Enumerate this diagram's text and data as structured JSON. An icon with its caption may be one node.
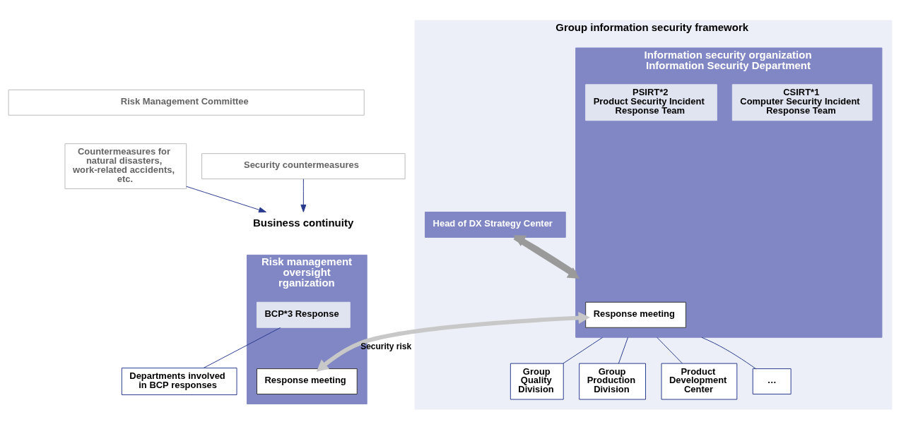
{
  "diagram": {
    "nodes": [
      {
        "text": [
          "Risk Management Committee"
        ]
      },
      {
        "text": [
          "Security countermeasures"
        ]
      },
      {
        "text": [
          "Countermeasures for natural disasters, work-related accidents, etc."
        ]
      },
      {
        "text": [
          "Group information security framework"
        ]
      },
      {
        "text": [
          "Head of DX Strategy Center"
        ],
        "in": 3
      },
      {
        "text": [
          "Information security organization",
          "Information Security Department"
        ],
        "in": 3
      },
      {
        "text": [
          "Response meeting"
        ],
        "in": 5
      },
      {
        "text": [
          "CSIRT*1",
          "Computer Security Incident Response Team"
        ],
        "in": 5
      },
      {
        "text": [
          "PSIRT*2",
          "Product Security Incident Response Team"
        ],
        "in": 5
      },
      {
        "text": [
          "Group Quality Division"
        ],
        "in": 3
      },
      {
        "text": [
          "Group Production Division"
        ],
        "in": 3
      },
      {
        "text": [
          "Product Development Center"
        ],
        "in": 3
      },
      {
        "text": [
          "…"
        ],
        "in": 3
      },
      {
        "text": [
          "Business continuity"
        ]
      },
      {
        "text": [
          "Risk management oversight rganization"
        ]
      },
      {
        "text": [
          "Response meeting"
        ],
        "in": 14
      },
      {
        "text": [
          "BCP*3 Response"
        ],
        "in": 14
      },
      {
        "text": [
          "Departments involved in BCP responses"
        ]
      }
    ],
    "edges": [
      {
        "from": 4,
        "to": 5,
        "arrow": "to",
        "style": "thick",
        "color": "#9a9a9a"
      },
      {
        "from": 5,
        "to": 4,
        "arrow": "to",
        "style": "thick",
        "color": "#9a9a9a"
      },
      {
        "from": 5,
        "to": 9,
        "arrow": "none"
      },
      {
        "from": 5,
        "to": 10,
        "arrow": "none"
      },
      {
        "from": 5,
        "to": 11,
        "arrow": "none"
      },
      {
        "from": 5,
        "to": 12,
        "arrow": "none"
      },
      {
        "from": 6,
        "to": 15,
        "label": "Security risk",
        "arrow": "both",
        "style": "thick",
        "color": "#c8c8c8"
      },
      {
        "from": 1,
        "to": 13,
        "arrow": "to"
      },
      {
        "from": 2,
        "to": 13,
        "arrow": "to"
      },
      {
        "from": 16,
        "to": 17,
        "arrow": "none"
      }
    ]
  }
}
